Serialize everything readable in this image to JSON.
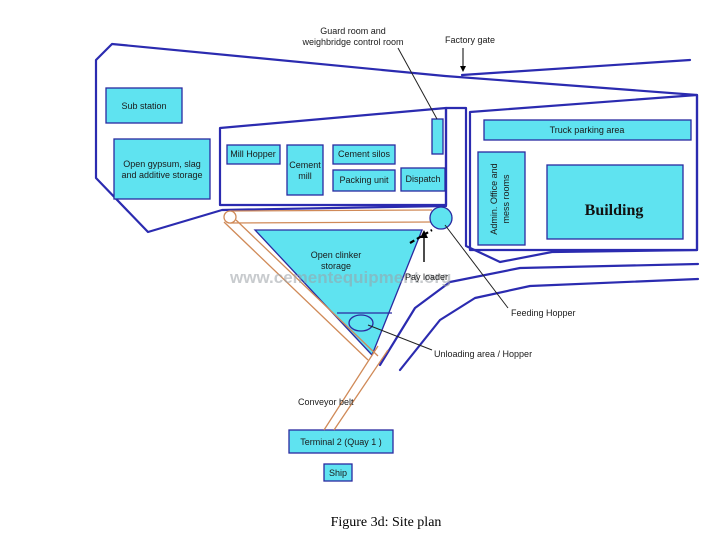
{
  "diagram": {
    "caption": "Figure 3d: Site plan",
    "watermark": "www.cementequipment.org",
    "labels": {
      "guard_room_1": "Guard room and",
      "guard_room_2": "weighbridge control room",
      "factory_gate": "Factory gate",
      "sub_station": "Sub station",
      "open_storage_1": "Open gypsum, slag",
      "open_storage_2": "and additive storage",
      "mill_hopper": "Mill Hopper",
      "cement_mill_1": "Cement",
      "cement_mill_2": "mill",
      "cement_silos": "Cement silos",
      "packing_unit": "Packing unit",
      "dispatch": "Dispatch",
      "truck_parking": "Truck parking area",
      "admin_office_1": "Admin. Office and",
      "admin_office_2": "mess rooms",
      "building": "Building",
      "clinker_1": "Open clinker",
      "clinker_2": "storage",
      "pay_loader": "Pay loader",
      "feeding_hopper": "Feeding Hopper",
      "unloading_area": "Unloading area / Hopper",
      "conveyor_belt": "Conveyor belt",
      "terminal": "Terminal 2 (Quay 1 )",
      "ship": "Ship"
    },
    "colors": {
      "fill": "#5fe3f0",
      "outline": "#2a2aa0",
      "road": "#2b2bb0",
      "conveyor": "#d08a58"
    }
  }
}
